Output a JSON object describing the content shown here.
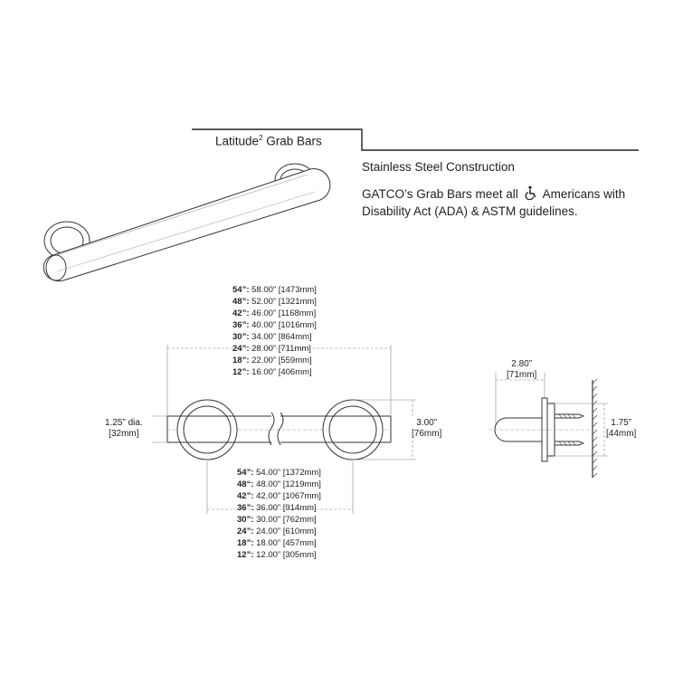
{
  "title": {
    "name": "Latitude",
    "superscript": "2",
    "suffix": " Grab Bars"
  },
  "heading": "Stainless Steel Construction",
  "description": {
    "part1": "GATCO’s Grab Bars meet all",
    "icon": "wheelchair-accessibility-icon",
    "part2": "Americans with Disability Act (ADA) & ASTM guidelines."
  },
  "overall_lengths": [
    {
      "size": "54”:",
      "value": " 58.00” [1473mm]"
    },
    {
      "size": "48”:",
      "value": " 52.00” [1321mm]"
    },
    {
      "size": "42”:",
      "value": " 46.00” [1168mm]"
    },
    {
      "size": "36”:",
      "value": " 40.00” [1016mm]"
    },
    {
      "size": "30”:",
      "value": " 34.00” [864mm]"
    },
    {
      "size": "24”:",
      "value": " 28.00” [711mm]"
    },
    {
      "size": "18”:",
      "value": " 22.00” [559mm]"
    },
    {
      "size": "12”:",
      "value": " 16.00” [406mm]"
    }
  ],
  "center_lengths": [
    {
      "size": "54”:",
      "value": " 54.00” [1372mm]"
    },
    {
      "size": "48“:",
      "value": " 48.00” [1219mm]"
    },
    {
      "size": "42”:",
      "value": " 42.00” [1067mm]"
    },
    {
      "size": "36”:",
      "value": " 36.00” [914mm]"
    },
    {
      "size": "30”:",
      "value": " 30.00” [762mm]"
    },
    {
      "size": "24”:",
      "value": " 24.00” [610mm]"
    },
    {
      "size": "18”:",
      "value": " 18.00” [457mm]"
    },
    {
      "size": "12”:",
      "value": " 12.00” [305mm]"
    }
  ],
  "diameter": {
    "line1": "1.25” dia.",
    "line2": "[32mm]"
  },
  "flange": {
    "line1": "3.00”",
    "line2": "[76mm]"
  },
  "projection": {
    "line1": "2.80”",
    "line2": "[71mm]"
  },
  "flange_depth": {
    "line1": "1.75”",
    "line2": "[44mm]"
  }
}
